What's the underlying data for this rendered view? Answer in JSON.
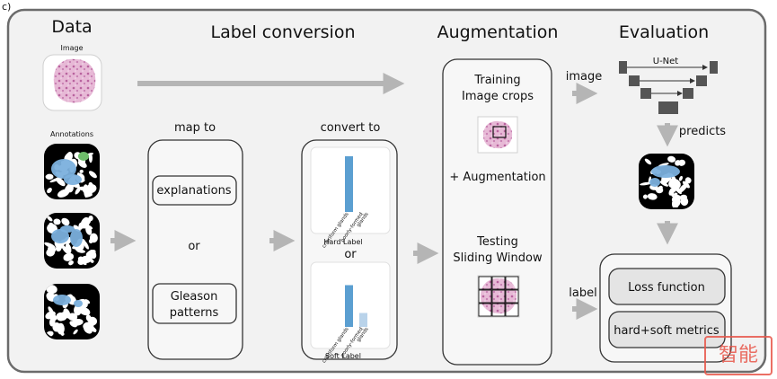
{
  "panel_label": "c)",
  "sections": {
    "data": "Data",
    "label_conversion": "Label conversion",
    "augmentation": "Augmentation",
    "evaluation": "Evaluation"
  },
  "data_column": {
    "image_caption": "Image",
    "annotations_caption": "Annotations"
  },
  "map_to": {
    "title": "map to",
    "option_1": "explanations",
    "or": "or",
    "option_2_line1": "Gleason",
    "option_2_line2": "patterns"
  },
  "convert_to": {
    "title": "convert to",
    "hard_label": "Hard Label",
    "or": "or",
    "soft_label": "Soft Label",
    "bar_label_1": "cribriform glands",
    "bar_label_2_line1": "poorly-formed",
    "bar_label_2_line2": "glands",
    "hard_values": [
      1.0,
      0.0
    ],
    "soft_values": [
      0.75,
      0.25
    ]
  },
  "augmentation": {
    "training_line1": "Training",
    "training_line2": "Image crops",
    "plus_augmentation": "+ Augmentation",
    "testing_line1": "Testing",
    "testing_line2": "Sliding Window"
  },
  "evaluation": {
    "image_label": "image",
    "unet_label": "U-Net",
    "predicts_label": "predicts",
    "label_label": "label",
    "loss_function": "Loss function",
    "metrics": "hard+soft metrics"
  },
  "colors": {
    "arrow": "#b5b5b5",
    "bar": "#5b9fd1",
    "bar_light": "#b9d3ea",
    "tissue_pink": "#d8a0c8",
    "annotation_blue": "#7bb0dd",
    "annotation_green": "#6ebd6a"
  },
  "watermark_text": "智能"
}
